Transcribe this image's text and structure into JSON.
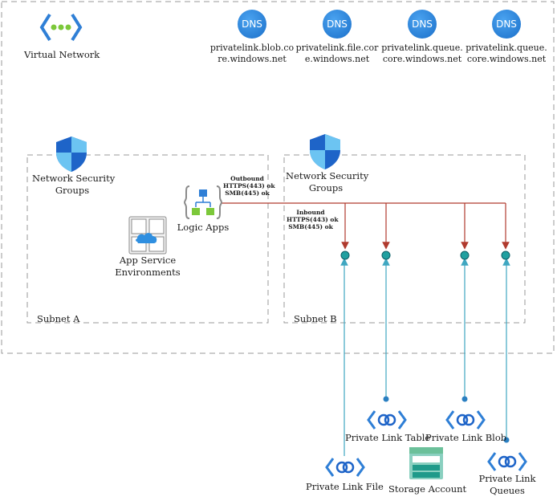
{
  "vnet": {
    "label": "Virtual Network"
  },
  "dns": [
    {
      "badge": "DNS",
      "line1": "privatelink.blob.co",
      "line2": "re.windows.net"
    },
    {
      "badge": "DNS",
      "line1": "privatelink.file.cor",
      "line2": "e.windows.net"
    },
    {
      "badge": "DNS",
      "line1": "privatelink.queue.",
      "line2": "core.windows.net"
    },
    {
      "badge": "DNS",
      "line1": "privatelink.queue.",
      "line2": "core.windows.net"
    }
  ],
  "subnet_a": {
    "label": "Subnet A",
    "nsg_line1": "Network Security",
    "nsg_line2": "Groups",
    "ase_line1": "App Service",
    "ase_line2": "Environments",
    "logic_apps": "Logic Apps",
    "outbound": [
      "Outbound",
      "HTTPS(443) ok",
      "SMB(445) ok"
    ]
  },
  "subnet_b": {
    "label": "Subnet B",
    "nsg_line1": "Network Security",
    "nsg_line2": "Groups",
    "inbound": [
      "Inbound",
      "HTTPS(443) ok",
      "SMB(445) ok"
    ]
  },
  "private_links": {
    "table": "Private Link Table",
    "blob": "Private Link Blob",
    "file": "Private Link File",
    "queues_line1": "Private Link",
    "queues_line2": "Queues"
  },
  "storage": {
    "label": "Storage Account"
  },
  "colors": {
    "red_line": "#b03a2e",
    "teal_line": "#3fa7c1",
    "endpoint": "#20a0a0",
    "dash": "#9a9a9a"
  }
}
